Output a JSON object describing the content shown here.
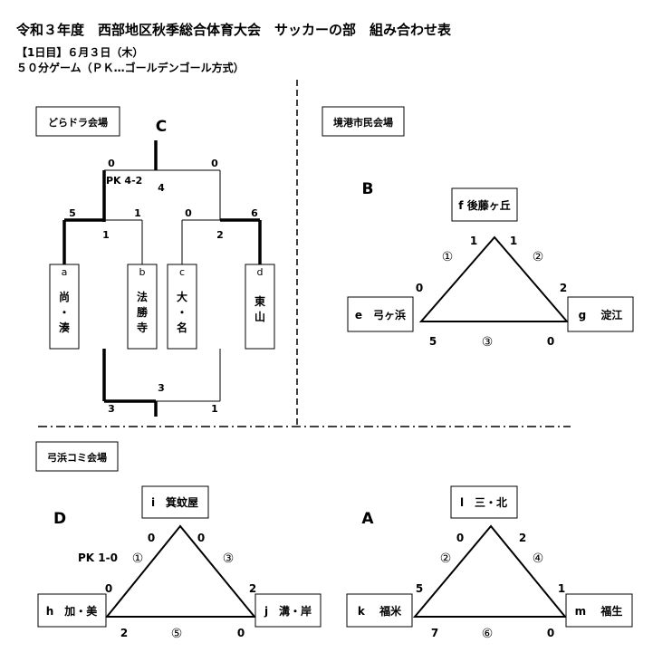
{
  "header": {
    "title": "令和３年度　西部地区秋季総合体育大会　サッカーの部　組み合わせ表",
    "date": "【1日目】６月３日（木）",
    "rule": "５０分ゲーム（ＰＫ…ゴールデンゴール方式）"
  },
  "venues": {
    "doradora": "どらドラ会場",
    "sakaiminato": "境港市民会場",
    "yumigahama": "弓浜コミ会場"
  },
  "group_c": {
    "letter": "C",
    "teams": [
      {
        "id": "a",
        "name": "尚・湊"
      },
      {
        "id": "b",
        "name": "法勝寺"
      },
      {
        "id": "c",
        "name": "大・名"
      },
      {
        "id": "d",
        "name": "東山"
      }
    ],
    "round1": {
      "left": {
        "game": "1",
        "score_a": "5",
        "score_b": "1"
      },
      "right": {
        "game": "2",
        "score_c": "0",
        "score_d": "6"
      }
    },
    "final": {
      "game": "4",
      "score_left": "0",
      "score_right": "0",
      "pk": "PK 4-2"
    },
    "third_place": {
      "game": "3",
      "score_left": "3",
      "score_right": "1"
    }
  },
  "group_b": {
    "letter": "B",
    "top": "f 後藤ヶ丘",
    "left": "e　弓ヶ浜",
    "right": "g　 淀江",
    "games": {
      "g1": "①",
      "g2": "②",
      "g3": "③"
    },
    "scores": {
      "top_left": "1",
      "top_right": "1",
      "left_top": "0",
      "right_top": "2",
      "left_bottom": "5",
      "right_bottom": "0"
    }
  },
  "group_d": {
    "letter": "D",
    "top": "i　箕蚊屋",
    "left": "h　加・美",
    "right": "j　溝・岸",
    "games": {
      "g1": "①",
      "g3": "③",
      "g5": "⑤"
    },
    "pk": "PK 1-0",
    "scores": {
      "top_left": "0",
      "top_right": "0",
      "left_top": "0",
      "right_top": "2",
      "left_bottom": "2",
      "right_bottom": "0"
    }
  },
  "group_a": {
    "letter": "A",
    "top": "l　三・北",
    "left": "k　 福米",
    "right": "m　 福生",
    "games": {
      "g2": "②",
      "g4": "④",
      "g6": "⑥"
    },
    "scores": {
      "top_left": "0",
      "top_right": "2",
      "left_top": "5",
      "right_top": "1",
      "left_bottom": "7",
      "right_bottom": "0"
    }
  }
}
